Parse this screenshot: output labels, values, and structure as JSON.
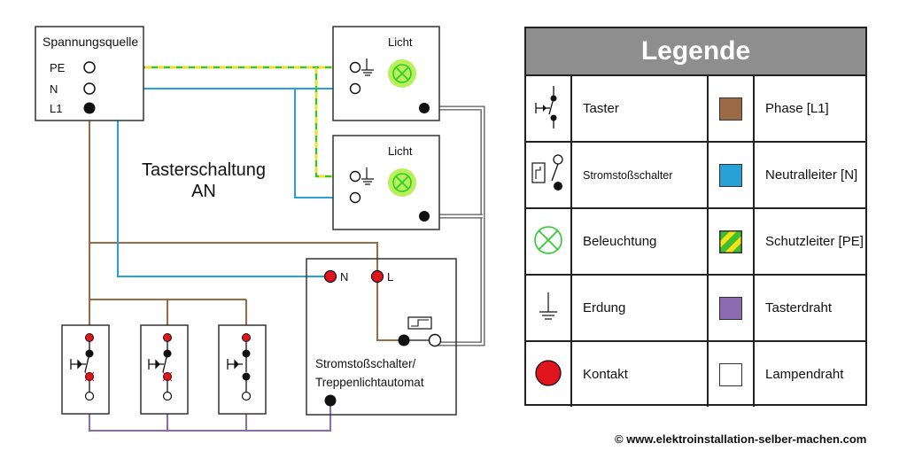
{
  "diagram": {
    "source_title": "Spannungsquelle",
    "source_pe": "PE",
    "source_n": "N",
    "source_l1": "L1",
    "lamp1_label": "Licht",
    "lamp2_label": "Licht",
    "title_line1": "Tasterschaltung",
    "title_line2": "AN",
    "relay_n": "N",
    "relay_l": "L",
    "relay_label_line1": "Stromstoßschalter/",
    "relay_label_line2": "Treppenlichtautomat"
  },
  "legend": {
    "title": "Legende",
    "rows": [
      {
        "left": "Taster",
        "right": "Phase [L1]"
      },
      {
        "left": "Stromstoßschalter",
        "right": "Neutralleiter [N]"
      },
      {
        "left": "Beleuchtung",
        "right": "Schutzleiter [PE]"
      },
      {
        "left": "Erdung",
        "right": "Tasterdraht"
      },
      {
        "left": "Kontakt",
        "right": "Lampendraht"
      }
    ]
  },
  "colors": {
    "phase": "#9c6b45",
    "neutral": "#2aa0d8",
    "pe_green": "#3fbf2e",
    "pe_yellow": "#f2e21b",
    "taster": "#8a6bb0",
    "lamp_wire": "#ffffff",
    "contact": "#e0141c",
    "lamp_glow": "#b8ef5a"
  },
  "copyright": "© www.elektroinstallation-selber-machen.com"
}
